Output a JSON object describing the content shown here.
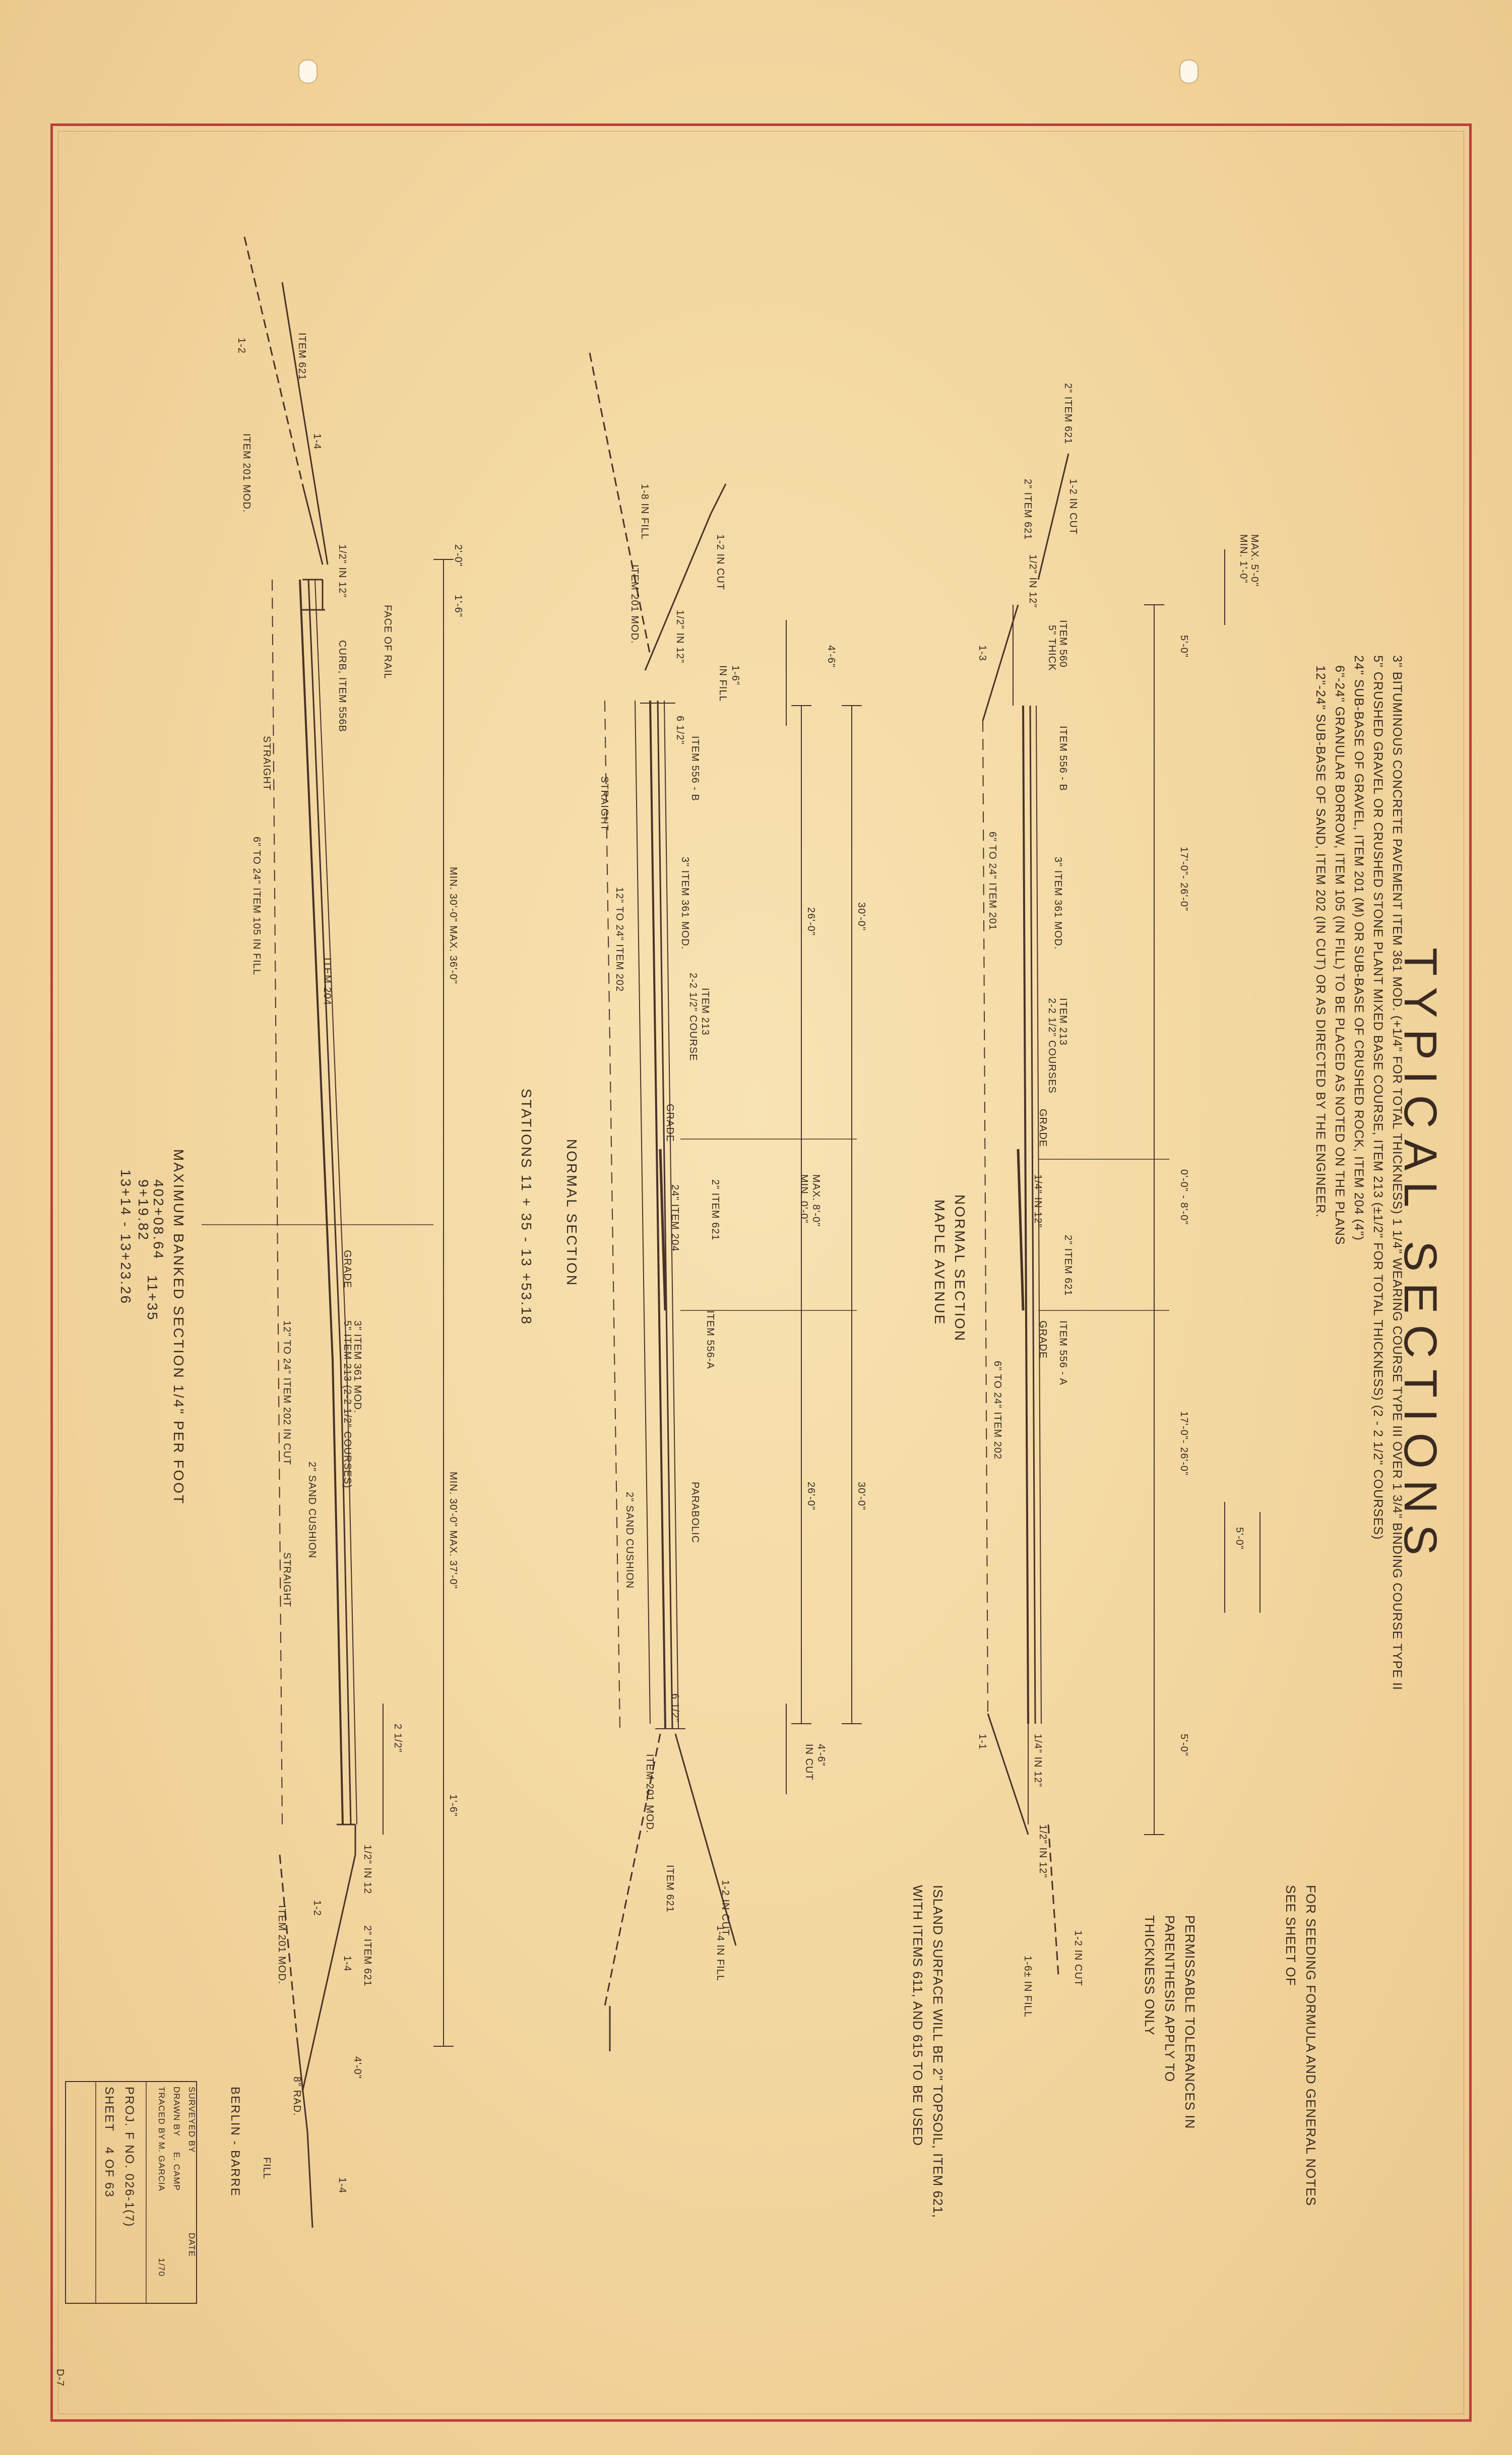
{
  "title": "TYPICAL SECTIONS",
  "spec_lines": [
    "3\" BITUMINOUS CONCRETE PAVEMENT ITEM 361 MOD. (+1/4\" FOR TOTAL THICKNESS) 1 1/4\" WEARING COURSE TYPE III OVER 1 3/4\" BINDING COURSE TYPE II",
    "5\" CRUSHED GRAVEL OR CRUSHED STONE PLANT MIXED BASE COURSE, ITEM 213 (±1/2\" FOR TOTAL THICKNESS) (2 - 2 1/2\" COURSES)",
    "24\" SUB-BASE OF GRAVEL, ITEM 201 (M) OR SUB-BASE OF CRUSHED ROCK, ITEM 204 (4\")",
    "6\"-24\" GRANULAR BORROW, ITEM 105 (IN FILL)   TO BE PLACED AS NOTED ON THE PLANS",
    "12\"-24\" SUB-BASE OF SAND, ITEM 202 (IN CUT)   OR AS DIRECTED BY THE ENGINEER."
  ],
  "notes": {
    "seeding": [
      "FOR SEEDING FORMULA AND GENERAL NOTES",
      "SEE SHEET        OF"
    ],
    "tolerances": [
      "PERMISSABLE TOLERANCES IN",
      "PARENTHESIS APPLY TO",
      "THICKNESS ONLY"
    ],
    "island": [
      "ISLAND SURFACE WILL BE 2\" TOPSOIL, ITEM 621,",
      "WITH ITEMS 611, AND 615 TO BE USED"
    ]
  },
  "section_maple": {
    "caption1": "NORMAL SECTION",
    "caption2": "MAPLE AVENUE",
    "dims": {
      "top_max": "MAX. 5'-0\"",
      "top_min": "MIN. 1'-0\"",
      "left_5": "5'-0\"",
      "left_width": "17'-0\"- 26'-0\"",
      "median": "0'-0\" - 8'-0\"",
      "right_width": "17'-0\"- 26'-0\"",
      "right_5": "5'-0\"",
      "bottom_5": "5'-0\""
    },
    "labels": [
      "2\" ITEM 621",
      "1-2 IN CUT",
      "2\" ITEM 621",
      "1/2\" IN 12\"",
      "ITEM 560",
      "5\" THICK",
      "ITEM 556 - B",
      "3\" ITEM 361 MOD.",
      "ITEM 213",
      "2-2 1/2\" COURSES",
      "6\" TO 24\" ITEM 201",
      "GRADE",
      "1/4\" IN 12\"",
      "2\" ITEM 621",
      "ITEM 556 - A",
      "GRADE",
      "6\" TO 24\" ITEM 202",
      "1/4\" IN 12\"",
      "1/2\" IN 12\"",
      "1-6± IN FILL",
      "1-2 IN CUT",
      "1-3",
      "1-1"
    ]
  },
  "section_stations": {
    "caption1": "NORMAL SECTION",
    "caption2": "STATIONS 11 + 35 - 13 +53.18",
    "dims": {
      "top": "4'-6\"",
      "left_26": "26'-0\"",
      "overall_left": "30'-0\"",
      "median_max": "MAX. 8'-0\"",
      "median_min": "MIN. 0'-0\"",
      "right_26": "26'-0\"",
      "overall_right": "30'-0\"",
      "bottom": "4'-6\"",
      "bottom_cut": "IN CUT"
    },
    "labels": [
      "1-8 IN FILL",
      "1-2 IN CUT",
      "ITEM 201 MOD.",
      "1/2\" IN 12\"",
      "1-6\"",
      "IN FILL",
      "6 1/2\"",
      "ITEM 556 - B",
      "3\" ITEM 361 MOD.",
      "ITEM 213",
      "2-2 1/2\" COURSE",
      "GRADE",
      "2\" ITEM 621",
      "ITEM 556-A",
      "STRAIGHT",
      "12\" TO 24\" ITEM 202",
      "2\" SAND CUSHION",
      "PARABOLIC",
      "24\" ITEM 204",
      "ITEM 201 MOD.",
      "ITEM 621",
      "1-2 IN CUT",
      "1-4 IN FILL",
      "6 1/2\""
    ]
  },
  "section_banked": {
    "caption1": "MAXIMUM BANKED SECTION 1/4\" PER FOOT",
    "caption2": "402+08.64",
    "caption3": "9+19.82",
    "caption4": "11+35",
    "caption5": "13+14 - 13+23.26",
    "dims": {
      "top_a": "2'-0\"",
      "top_b": "1'-6\"",
      "left": "MIN. 30'-0\" MAX. 36'-0\"",
      "right": "MIN. 30'-0\" MAX. 37'-0\"",
      "right_2": "2 1/2\"",
      "right_16": "1'-6\"",
      "bot_40": "4'-0\""
    },
    "labels": [
      "ITEM 621",
      "1-4",
      "1-2",
      "ITEM 201 MOD.",
      "1/2\" IN 12\"",
      "FACE OF RAIL",
      "CURB, ITEM 556B",
      "STRAIGHT",
      "6\" TO 24\" ITEM 105 IN FILL",
      "ITEM 204",
      "GRADE",
      "3\" ITEM 361 MOD.",
      "5\" ITEM 213 (2-2 1/2\" COURSES)",
      "12\" TO 24\" ITEM 202 IN CUT",
      "2\" SAND CUSHION",
      "STRAIGHT",
      "1/2\" IN 12",
      "2\" ITEM 621",
      "ITEM 201 MOD.",
      "1-2",
      "1-4",
      "8\" RAD.",
      "FILL",
      "1-4"
    ]
  },
  "title_block": {
    "project": "BERLIN - BARRE",
    "surveyed_by": "SURVEYED BY",
    "drawn_by": "DRAWN BY",
    "drawn_name": "E. CAMP",
    "traced_by": "TRACED BY",
    "traced_name": "M. GARCIA",
    "date": "DATE",
    "date_value": "1/70",
    "proj_label": "PROJ.",
    "proj_value": "F  NO. 026-1(7)",
    "sheet_label": "SHEET",
    "sheet_value": "4  OF  63"
  },
  "corner_mark": "D-7",
  "colors": {
    "paper": "#f3d9a4",
    "border": "#b8403b",
    "ink": "#3a2a22"
  }
}
